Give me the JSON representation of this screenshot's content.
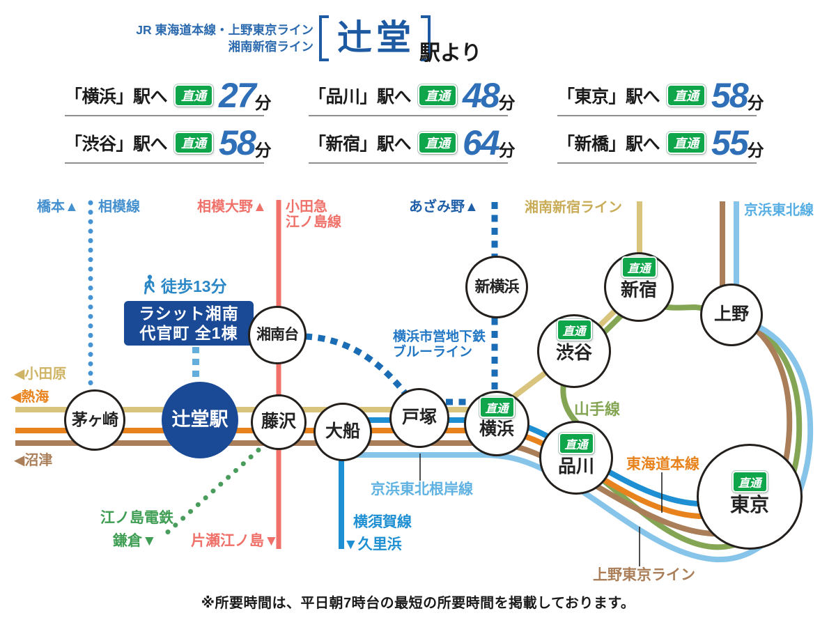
{
  "header": {
    "line1": "JR 東海道本線・上野東京ライン",
    "line2": "湘南新宿ライン",
    "station": "辻堂",
    "suffix": "駅より"
  },
  "badge_label": "直通",
  "times": [
    {
      "dest": "「横浜」駅へ",
      "minutes": "27",
      "unit": "分"
    },
    {
      "dest": "「品川」駅へ",
      "minutes": "48",
      "unit": "分"
    },
    {
      "dest": "「東京」駅へ",
      "minutes": "58",
      "unit": "分"
    },
    {
      "dest": "「渋谷」駅へ",
      "minutes": "58",
      "unit": "分"
    },
    {
      "dest": "「新宿」駅へ",
      "minutes": "64",
      "unit": "分"
    },
    {
      "dest": "「新橋」駅へ",
      "minutes": "55",
      "unit": "分"
    }
  ],
  "map": {
    "stations": {
      "chigasaki": "茅ヶ崎",
      "tsujido": "辻堂駅",
      "fujisawa": "藤沢",
      "ofuna": "大船",
      "totsuka": "戸塚",
      "yokohama": "横浜",
      "shonandai": "湘南台",
      "shin_yokohama": "新横浜",
      "shibuya": "渋谷",
      "shinjuku": "新宿",
      "ueno": "上野",
      "shinagawa": "品川",
      "tokyo": "東京"
    },
    "line_labels": {
      "sagami": "相模線",
      "odakyu1": "小田急",
      "odakyu2": "江ノ島線",
      "shonan_shinjuku": "湘南新宿ライン",
      "keihin_tohoku": "京浜東北線",
      "blue_line1": "横浜市営地下鉄",
      "blue_line2": "ブルーライン",
      "yamanote": "山手線",
      "tokaido": "東海道本線",
      "ueno_tokyo": "上野東京ライン",
      "negishi": "京浜東北根岸線",
      "yokosuka": "横須賀線",
      "enoden": "江ノ島電鉄"
    },
    "directions": {
      "hashimoto": "橋本▲",
      "sagami_ono": "相模大野▲",
      "azamino": "あざみ野▲",
      "odawara": "◀小田原",
      "atami": "◀熱海",
      "numazu": "◀沼津",
      "kamakura": "鎌倉▼",
      "katase_enoshima": "片瀬江ノ島▼",
      "kurihama": "▼久里浜"
    },
    "property": {
      "walk": "徒歩13分",
      "name_line1": "ラシット湘南",
      "name_line2": "代官町 全1棟"
    }
  },
  "footer": "※所要時間は、平日朝7時台の最短の所要時間を掲載しております。",
  "colors": {
    "navy": "#1a4a96",
    "badge_green": "#0fa54a",
    "time_number_blue": "#2e6fb7",
    "shonan_shinjuku_tan": "#d9c47d",
    "tokaido_orange": "#e8821c",
    "ueno_tokyo_brown": "#a97e58",
    "keihin_tohoku_lightblue": "#87c4e9",
    "yokosuka_blue": "#1e8fd2",
    "odakyu_red": "#ef716a",
    "enoden_green": "#4a9c5d",
    "yamanote_green": "#84a553",
    "metro_blue_line": "#1a6cb5",
    "sagami_blue": "#4593d3",
    "connector_blue": "#64aede",
    "pointer_black": "#222222"
  }
}
